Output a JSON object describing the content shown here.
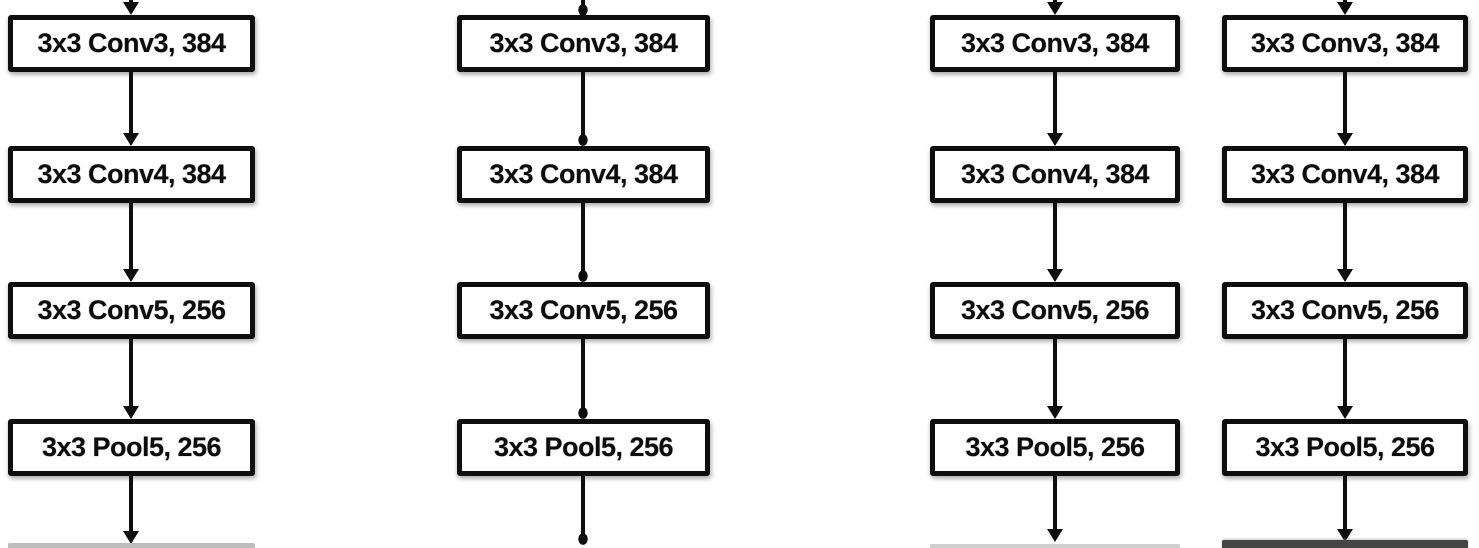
{
  "diagram": {
    "type": "flowchart",
    "description": "Four parallel CNN branch columns, each a vertical chain of convolution and pooling layer boxes joined by downward arrows",
    "colors": {
      "background": "#ffffff",
      "stroke": "#0e0e0e",
      "box_fill": "#ffffff",
      "box_shadow": "#787878",
      "partial_next_box_edge_light": "#bdbdbd",
      "partial_next_box_edge_faint": "#cfcfcf",
      "partial_next_box_edge_dark": "#454545"
    },
    "columns": [
      {
        "boxes": [
          {
            "label": "3x3 Conv3, 384"
          },
          {
            "label": "3x3 Conv4, 384"
          },
          {
            "label": "3x3 Conv5, 256"
          },
          {
            "label": "3x3 Pool5, 256"
          }
        ],
        "arrow_head_style": "triangle",
        "next_box_edge_visible": true
      },
      {
        "boxes": [
          {
            "label": "3x3 Conv3, 384"
          },
          {
            "label": "3x3 Conv4, 384"
          },
          {
            "label": "3x3 Conv5, 256"
          },
          {
            "label": "3x3 Pool5, 256"
          }
        ],
        "arrow_head_style": "dot",
        "next_box_edge_visible": false
      },
      {
        "boxes": [
          {
            "label": "3x3 Conv3, 384"
          },
          {
            "label": "3x3 Conv4, 384"
          },
          {
            "label": "3x3 Conv5, 256"
          },
          {
            "label": "3x3 Pool5, 256"
          }
        ],
        "arrow_head_style": "triangle",
        "next_box_edge_visible": true
      },
      {
        "boxes": [
          {
            "label": "3x3 Conv3, 384"
          },
          {
            "label": "3x3 Conv4, 384"
          },
          {
            "label": "3x3 Conv5, 256"
          },
          {
            "label": "3x3 Pool5, 256"
          }
        ],
        "arrow_head_style": "triangle",
        "next_box_edge_visible": true
      }
    ]
  }
}
